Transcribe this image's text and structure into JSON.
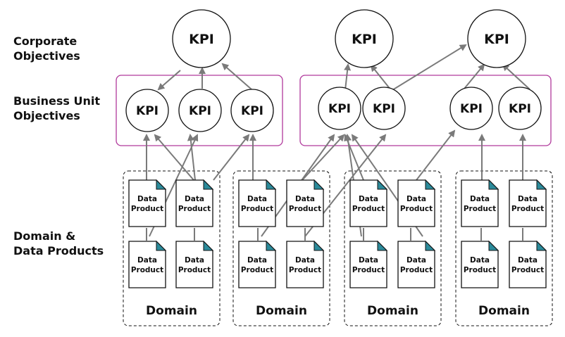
{
  "row_labels": {
    "corporate": "Corporate\nObjectives",
    "business_unit": "Business Unit\nObjectives",
    "domain": "Domain &\nData Products"
  },
  "kpi_label": "KPI",
  "data_product_label": [
    "Data",
    "Product"
  ],
  "domain_label": "Domain",
  "colors": {
    "bu_box": "#b0399c",
    "doc_corner": "#2b8a9a",
    "arrow": "#7a7a7a",
    "stroke": "#111111"
  }
}
